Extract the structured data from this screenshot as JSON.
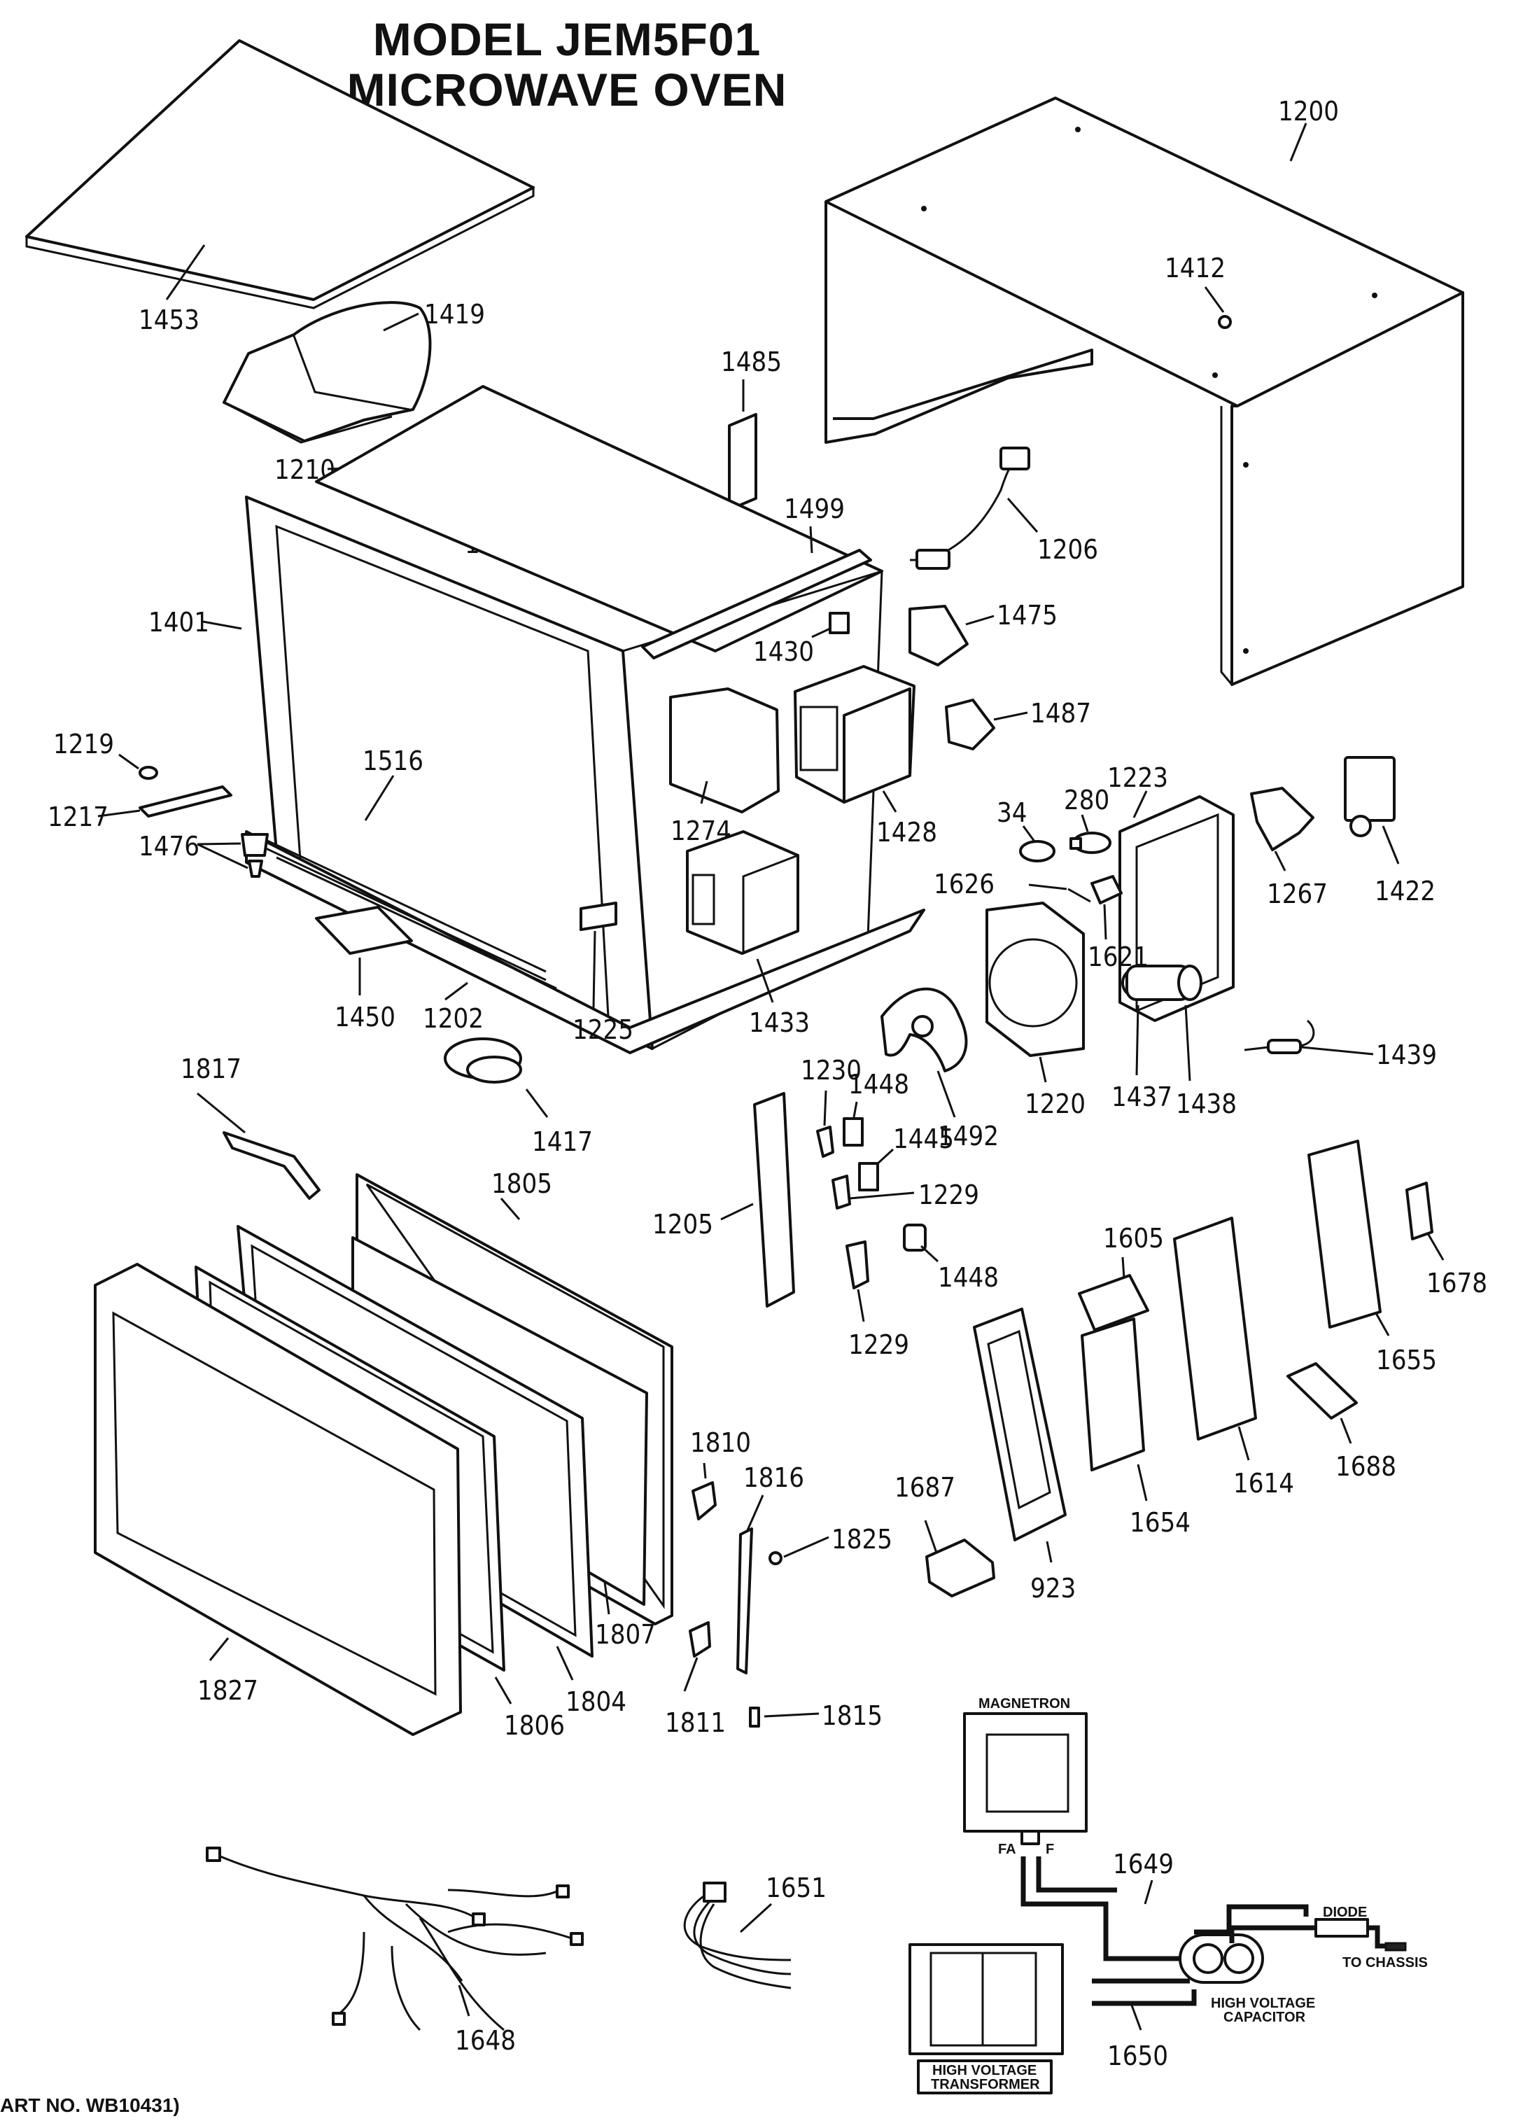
{
  "title": {
    "line1": "MODEL JEM5F01",
    "line2": "MICROWAVE OVEN"
  },
  "parts": {
    "p1453": "1453",
    "p1419": "1419",
    "p1485": "1485",
    "p1200": "1200",
    "p1412": "1412",
    "p1210": "1210",
    "p1515": "1515",
    "p1499": "1499",
    "p1206": "1206",
    "p1401": "1401",
    "p1475": "1475",
    "p1430": "1430",
    "p1487": "1487",
    "p1219": "1219",
    "p1516": "1516",
    "p1217": "1217",
    "p1476": "1476",
    "p1274": "1274",
    "p1428": "1428",
    "p1223": "1223",
    "p34": "34",
    "p280": "280",
    "p1267": "1267",
    "p1422": "1422",
    "p1626": "1626",
    "p1450": "1450",
    "p1202": "1202",
    "p1225": "1225",
    "p1433": "1433",
    "p1621": "1621",
    "p1817": "1817",
    "p1230": "1230",
    "p1448a": "1448",
    "p1417": "1417",
    "p1445": "1445",
    "p1492": "1492",
    "p1220": "1220",
    "p1437": "1437",
    "p1438": "1438",
    "p1439": "1439",
    "p1805": "1805",
    "p1205": "1205",
    "p1229a": "1229",
    "p1448b": "1448",
    "p1605": "1605",
    "p1678": "1678",
    "p1229b": "1229",
    "p1655": "1655",
    "p1810": "1810",
    "p1816": "1816",
    "p1687": "1687",
    "p1825": "1825",
    "p1614": "1614",
    "p1688": "1688",
    "p1654": "1654",
    "p1807": "1807",
    "p923": "923",
    "p1827": "1827",
    "p1811": "1811",
    "p1815": "1815",
    "p1806": "1806",
    "p1804": "1804",
    "p1651": "1651",
    "p1649": "1649",
    "p1648": "1648",
    "p1650": "1650"
  },
  "schematic": {
    "magnetron": "MAGNETRON",
    "fa": "FA",
    "f": "F",
    "diode": "DIODE",
    "to_chassis": "TO CHASSIS",
    "hv_capacitor_1": "HIGH VOLTAGE",
    "hv_capacitor_2": "CAPACITOR",
    "hv_transformer_1": "HIGH VOLTAGE",
    "hv_transformer_2": "TRANSFORMER"
  },
  "footer": {
    "part_no": "ART NO. WB10431)"
  }
}
